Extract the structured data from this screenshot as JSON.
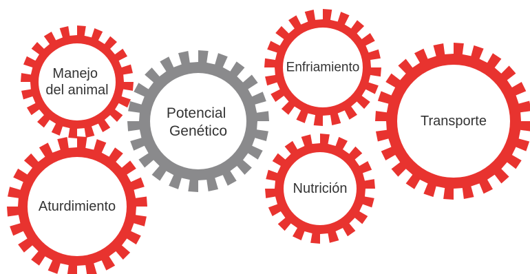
{
  "colors": {
    "red": "#e8332f",
    "gray": "#8a8a8c",
    "text": "#333333"
  },
  "gears": [
    {
      "id": "manejo",
      "color": "red",
      "lines": [
        "Manejo",
        "del animal"
      ]
    },
    {
      "id": "potencial",
      "color": "gray",
      "lines": [
        "Potencial",
        "Genético"
      ]
    },
    {
      "id": "aturdimiento",
      "color": "red",
      "lines": [
        "Aturdimiento"
      ]
    },
    {
      "id": "enfriamiento",
      "color": "red",
      "lines": [
        "Enfriamiento"
      ]
    },
    {
      "id": "nutricion",
      "color": "red",
      "lines": [
        "Nutrición"
      ]
    },
    {
      "id": "transporte",
      "color": "red",
      "lines": [
        "Transporte"
      ]
    }
  ]
}
